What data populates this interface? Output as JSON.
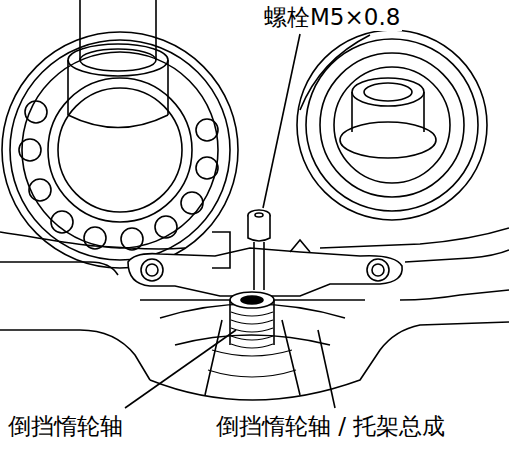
{
  "diagram": {
    "labels": [
      "螺栓M5×0.8",
      "倒挡惰轮轴",
      "倒挡惰轮轴 / 托架总成"
    ]
  }
}
